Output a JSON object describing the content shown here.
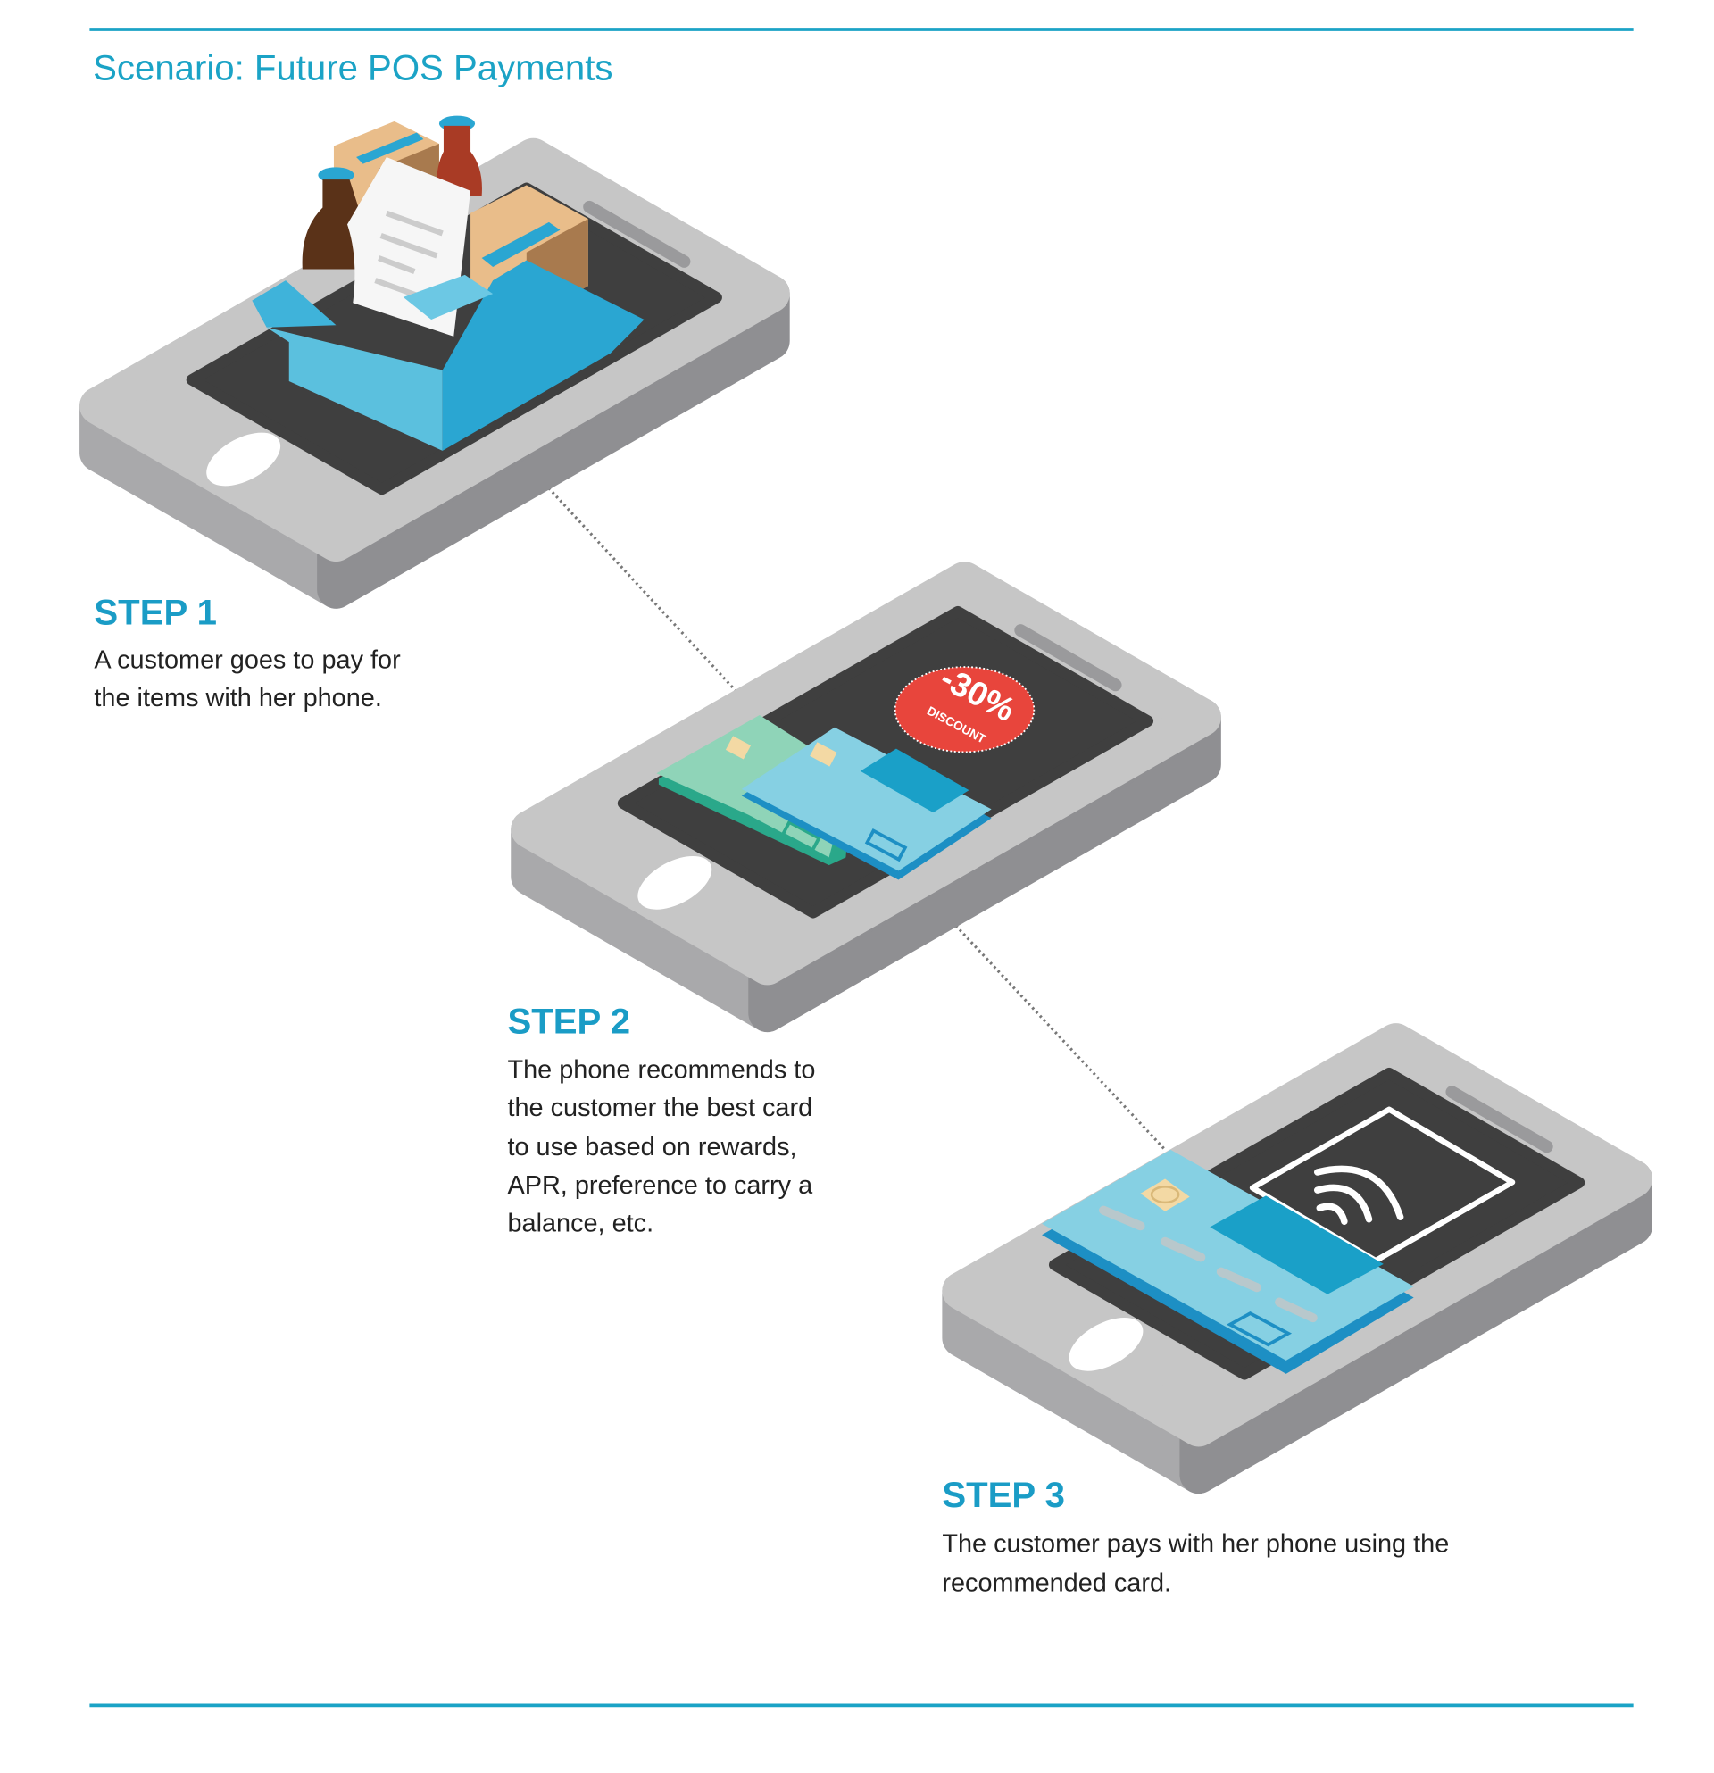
{
  "title": "Scenario: Future POS Payments",
  "colors": {
    "accent": "#1ba3c6",
    "phone_top": "#c6c6c6",
    "screen": "#3f3f3f",
    "card": "#86d0e3",
    "badge": "#e8453c"
  },
  "steps": [
    {
      "heading": "STEP 1",
      "lines": [
        "A customer goes to pay for",
        "the items with her phone."
      ]
    },
    {
      "heading": "STEP 2",
      "lines": [
        "The phone recommends to",
        "the customer the best card",
        "to use based on rewards,",
        "APR, preference to carry a",
        "balance, etc."
      ]
    },
    {
      "heading": "STEP 3",
      "lines": [
        "The customer pays with her phone using the",
        "recommended card."
      ]
    }
  ],
  "badge": {
    "amount": "-30%",
    "label": "DISCOUNT"
  }
}
